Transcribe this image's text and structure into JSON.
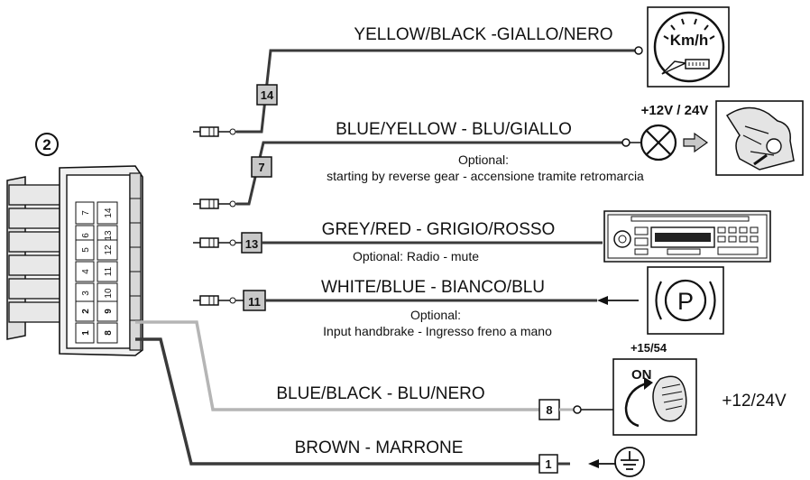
{
  "diagram": {
    "connector_number": "2",
    "connector_pins": {
      "row_a": [
        "7",
        "6",
        "5",
        "4",
        "3",
        "2",
        "1"
      ],
      "row_b": [
        "14",
        "13",
        "12",
        "11",
        "10",
        "9",
        "8"
      ]
    },
    "wires": [
      {
        "pin": "14",
        "label": "YELLOW/BLACK -GIALLO/NERO",
        "device": "speedometer-km-h"
      },
      {
        "pin": "7",
        "label": "BLUE/YELLOW - BLU/GIALLO",
        "note_1": "Optional:",
        "note_2": "starting by reverse gear - accensione tramite retromarcia",
        "device": "reverse-lamp",
        "voltage": "+12V / 24V"
      },
      {
        "pin": "13",
        "label": "GREY/RED - GRIGIO/ROSSO",
        "note_1": "Optional: Radio - mute",
        "device": "car-radio"
      },
      {
        "pin": "11",
        "label": "WHITE/BLUE - BIANCO/BLU",
        "note_1": "Optional:",
        "note_2": "Input handbrake - Ingresso freno a mano",
        "device": "handbrake-warning"
      },
      {
        "pin": "8",
        "label": "BLUE/BLACK - BLU/NERO",
        "device": "ignition-key",
        "terminal": "+15/54",
        "key_state": "ON",
        "voltage": "+12/24V"
      },
      {
        "pin": "1",
        "label": "BROWN - MARRONE",
        "device": "ground"
      }
    ],
    "speedo_unit": "Km/h",
    "handbrake_symbol": "P",
    "colors": {
      "wire_dark": "#3a3a3a",
      "wire_grey": "#b5b5b5",
      "pin_box": "#c8c8c8",
      "connector_body": "#e8e8e8",
      "line": "#111111"
    }
  }
}
